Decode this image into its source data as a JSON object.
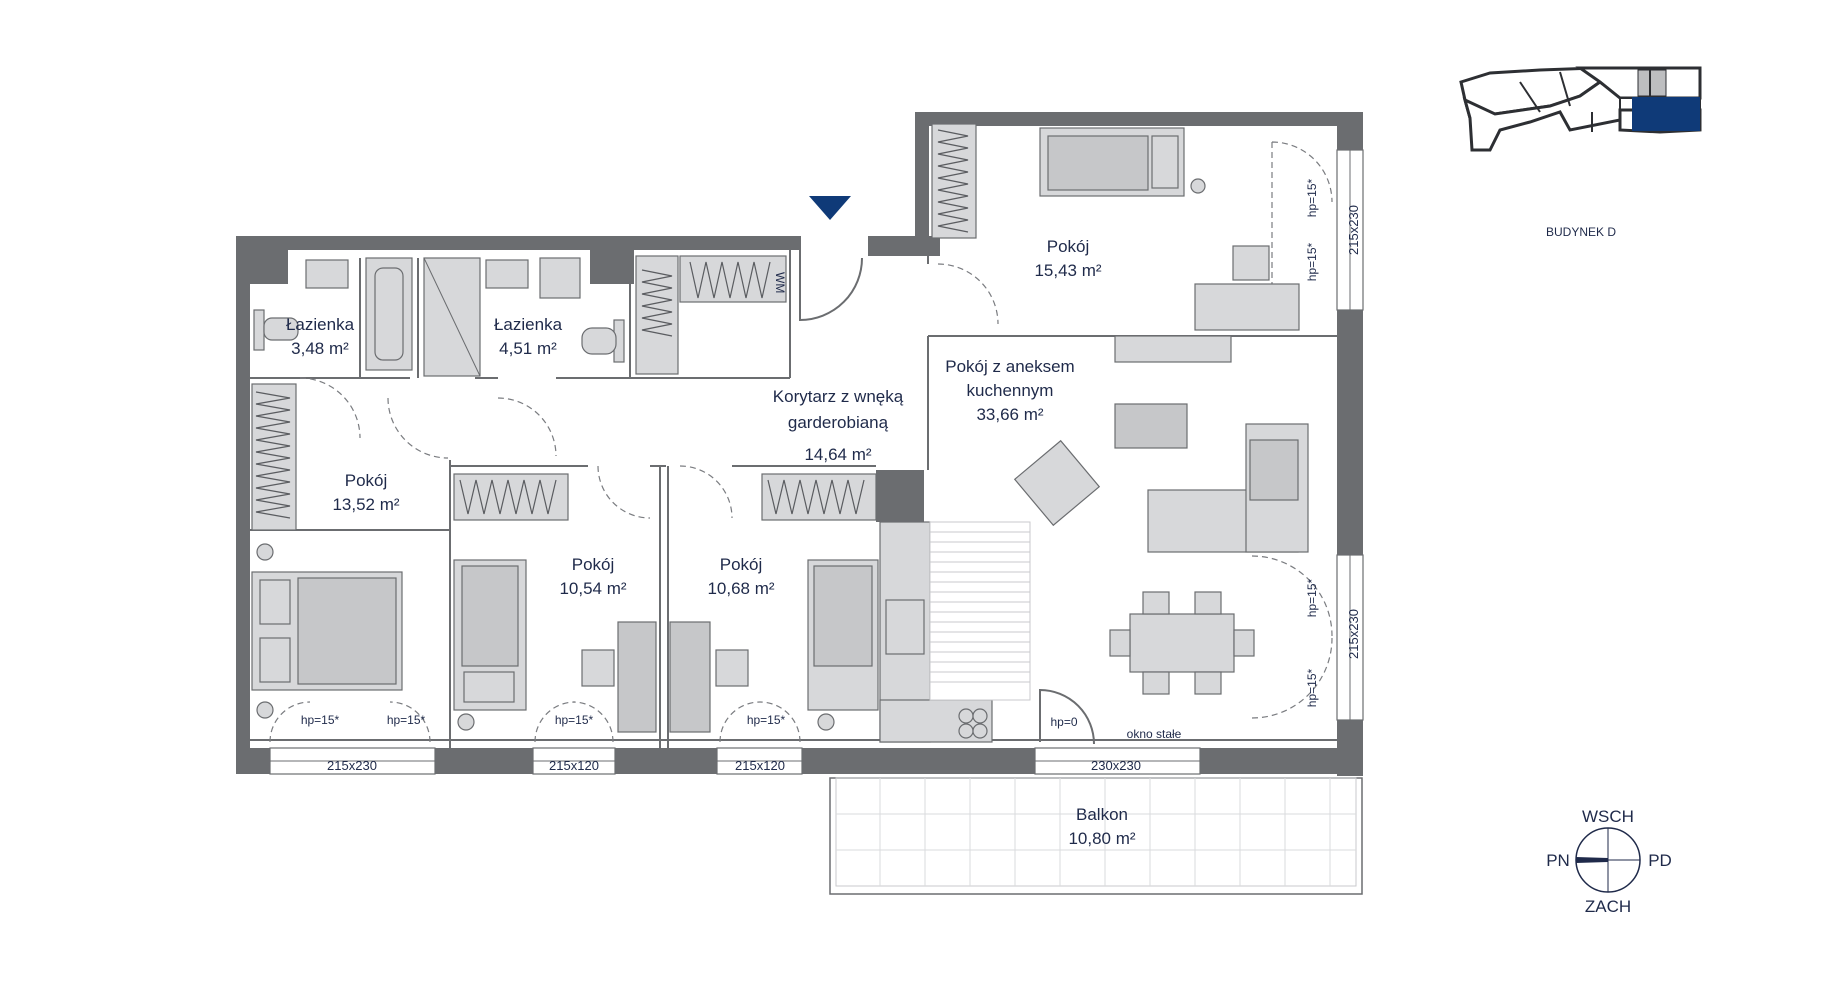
{
  "building_label": "BUDYNEK D",
  "rooms": [
    {
      "name": "Łazienka",
      "area": "3,48 m²"
    },
    {
      "name": "Łazienka",
      "area": "4,51 m²"
    },
    {
      "name": "Pokój",
      "area": "15,43 m²"
    },
    {
      "name": "Korytarz z wnęką garderobianą",
      "name_line1": "Korytarz z wnęką",
      "name_line2": "garderobianą",
      "area": "14,64 m²"
    },
    {
      "name": "Pokój z aneksem kuchennym",
      "name_line1": "Pokój z aneksem",
      "name_line2": "kuchennym",
      "area": "33,66 m²"
    },
    {
      "name": "Pokój",
      "area": "13,52 m²"
    },
    {
      "name": "Pokój",
      "area": "10,54 m²"
    },
    {
      "name": "Pokój",
      "area": "10,68 m²"
    },
    {
      "name": "Balkon",
      "area": "10,80 m²"
    }
  ],
  "annotations": {
    "hp15": "hp=15*",
    "hp0": "hp=0",
    "fixed_window": "okno stałe",
    "wm": "WM"
  },
  "windows": {
    "w1": "215x230",
    "w2": "215x120",
    "w3": "215x120",
    "w4": "230x230",
    "w5": "215x230",
    "w6": "215x230"
  },
  "compass": {
    "north_top": "WSCH",
    "left": "PN",
    "right": "PD",
    "bottom": "ZACH"
  },
  "colors": {
    "wall": "#6b6d70",
    "text": "#1f2a4a",
    "accent": "#0f3a78",
    "furniture": "#d7d8da"
  },
  "icons": {
    "entrance": "entrance-arrow-icon",
    "compass": "compass-icon"
  }
}
